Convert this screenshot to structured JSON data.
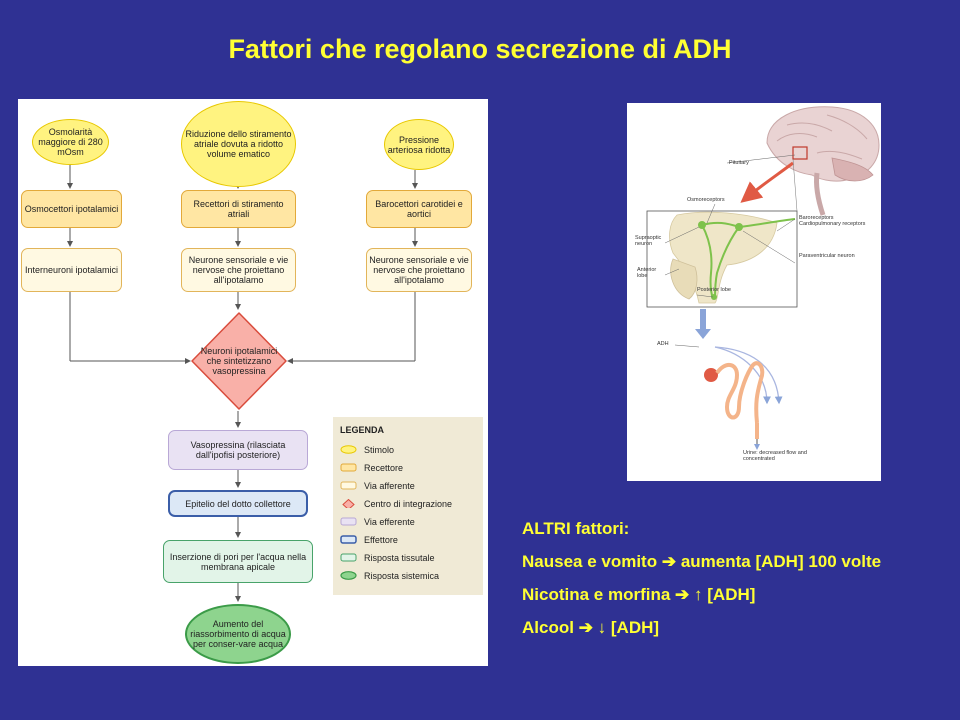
{
  "title": "Fattori che regolano secrezione di ADH",
  "flowchart": {
    "stimuli": [
      "Osmolarità maggiore di 280 mOsm",
      "Riduzione dello stiramento atriale dovuta a ridotto volume ematico",
      "Pressione arteriosa ridotta"
    ],
    "receptors": [
      "Osmocettori ipotalamici",
      "Recettori di stiramento atriali",
      "Barocettori carotidei e aortici"
    ],
    "afferents": [
      "Interneuroni ipotalamici",
      "Neurone sensoriale e vie nervose che proiettano all'ipotalamo",
      "Neurone sensoriale e vie nervose che proiettano all'ipotalamo"
    ],
    "integration": "Neuroni ipotalamici che sintetizzano vasopressina",
    "efferent": "Vasopressina (rilasciata dall'ipofisi posteriore)",
    "effector": "Epitelio del dotto collettore",
    "tissue_response": "Inserzione di pori per l'acqua nella membrana apicale",
    "systemic_response": "Aumento del riassorbimento di acqua per conser-vare acqua"
  },
  "legend": {
    "title": "LEGENDA",
    "items": [
      {
        "label": "Stimolo",
        "fill": "#fff380",
        "border": "#e8c800",
        "shape": "oval"
      },
      {
        "label": "Recettore",
        "fill": "#ffe6a3",
        "border": "#e2a93a",
        "shape": "rect"
      },
      {
        "label": "Via afferente",
        "fill": "#fff9e2",
        "border": "#e2b55a",
        "shape": "rect"
      },
      {
        "label": "Centro di integrazione",
        "fill": "#f9b0a8",
        "border": "#d94c3c",
        "shape": "diamond"
      },
      {
        "label": "Via efferente",
        "fill": "#e9e2f3",
        "border": "#b9a8d6",
        "shape": "rect"
      },
      {
        "label": "Effettore",
        "fill": "#dce8f6",
        "border": "#3b5ea8",
        "shape": "rect"
      },
      {
        "label": "Risposta tissutale",
        "fill": "#e2f4e8",
        "border": "#48a36a",
        "shape": "rect"
      },
      {
        "label": "Risposta sistemica",
        "fill": "#8ed48e",
        "border": "#3b9b48",
        "shape": "oval"
      }
    ]
  },
  "anatomy": {
    "labels": {
      "pituitary": "Pituitary",
      "osmoreceptors": "Osmoreceptors",
      "baroreceptors": "Baroreceptors Cardiopulmonary receptors",
      "supraoptic": "Supraoptic neuron",
      "paraventricular": "Paraventricular neuron",
      "anterior": "Anterior lobe",
      "posterior": "Posterior lobe",
      "adh": "ADH",
      "urine": "Urine: decreased flow and concentrated"
    }
  },
  "other_factors": {
    "heading": "ALTRI fattori:",
    "items": [
      {
        "cause": "Nausea e vomito",
        "arrow": "➔",
        "effect": "aumenta [ADH] 100 volte"
      },
      {
        "cause": "Nicotina e morfina",
        "arrow": "➔",
        "effect": "↑ [ADH]"
      },
      {
        "cause": "Alcool",
        "arrow": "➔",
        "effect": "↓ [ADH]"
      }
    ]
  },
  "colors": {
    "background": "#2f3193",
    "title_text": "#ffff33",
    "integration_fill": "#f9b0a8",
    "integration_border": "#d94c3c"
  }
}
